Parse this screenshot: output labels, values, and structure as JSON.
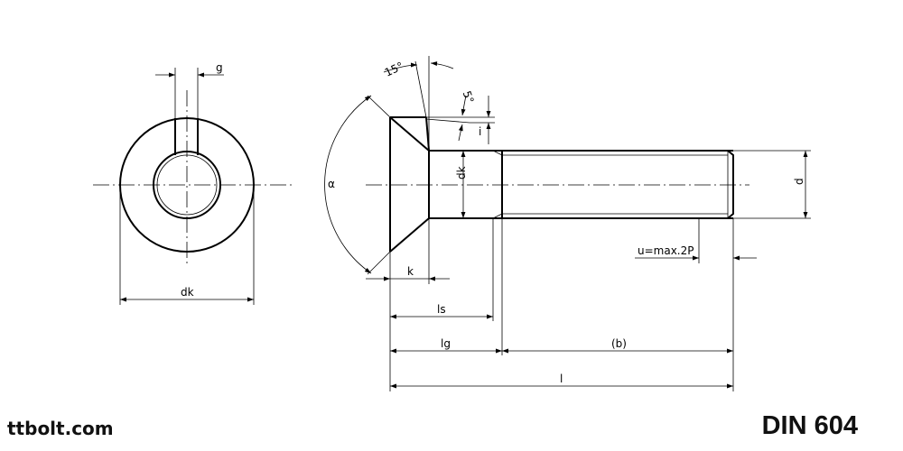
{
  "brand": "ttbolt.com",
  "standard": "DIN 604",
  "labels": {
    "g": "g",
    "dk_front": "dk",
    "angle_15": "15°",
    "angle_5": "5°",
    "i": "i",
    "alpha": "α",
    "dk_side": "dk",
    "d": "d",
    "k": "k",
    "u": "u=max.2P",
    "ls": "ls",
    "lg": "lg",
    "b": "(b)",
    "l": "l"
  }
}
